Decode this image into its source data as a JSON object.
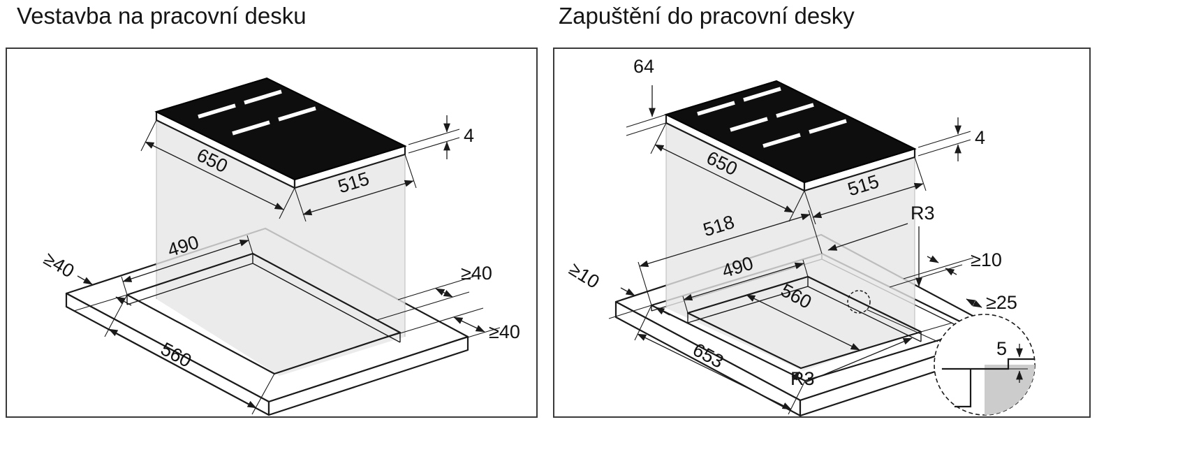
{
  "left_panel": {
    "title": "Vestavba na pracovní desku",
    "hob": {
      "width": "650",
      "depth": "515",
      "thickness": "4"
    },
    "cutout": {
      "width": "490",
      "depth": "560"
    },
    "clearance": {
      "left": "≥40",
      "top_right": "≥40",
      "bottom_right": "≥40"
    }
  },
  "right_panel": {
    "title": "Zapuštění do pracovní desky",
    "hob": {
      "width": "650",
      "depth": "515",
      "thickness": "4",
      "edge_width": "64"
    },
    "recess": {
      "width": "518",
      "depth": "653",
      "corner_radius": "R3"
    },
    "cutout": {
      "width": "490",
      "depth": "560",
      "corner_radius": "R3"
    },
    "clearance": {
      "left": "≥10",
      "right": "≥10",
      "right_lower": "≥25"
    },
    "detail": {
      "recess_depth": "5"
    }
  }
}
